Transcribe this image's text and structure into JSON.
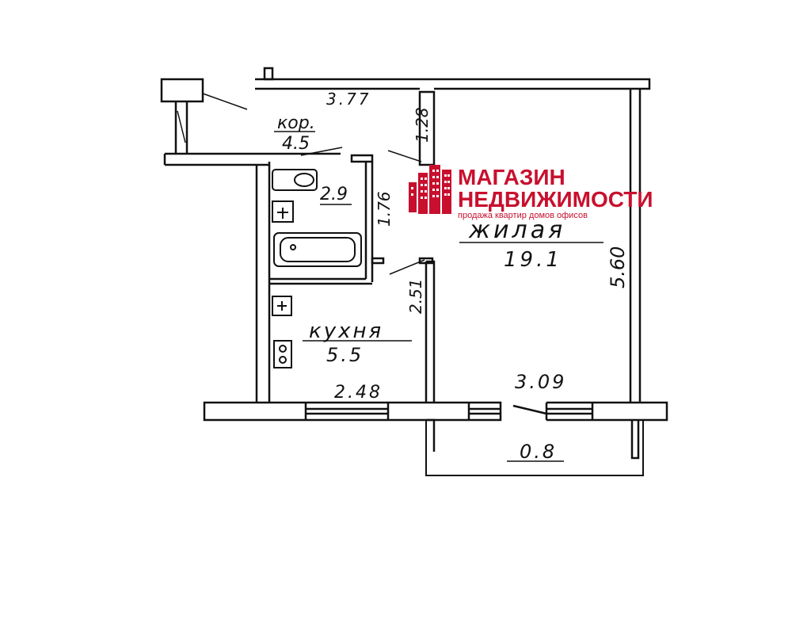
{
  "plan": {
    "rooms": {
      "corridor": {
        "name": "кор.",
        "area": "4.5"
      },
      "bathroom": {
        "area": "2.9"
      },
      "living": {
        "name": "жилая",
        "area": "19.1"
      },
      "kitchen": {
        "name": "кухня",
        "area": "5.5"
      },
      "balcony": {
        "area": "0.8"
      }
    },
    "dimensions": {
      "corridor_length": "3.77",
      "corridor_width": "1.28",
      "bathroom_length": "1.76",
      "living_length": "5.60",
      "living_width": "3.09",
      "kitchen_length": "2.51",
      "kitchen_width": "2.48"
    }
  },
  "logo": {
    "line1": "МАГАЗИН",
    "line2": "НЕДВИЖИМОСТИ",
    "tagline": "продажа квартир домов офисов",
    "color": "#c8102e"
  }
}
